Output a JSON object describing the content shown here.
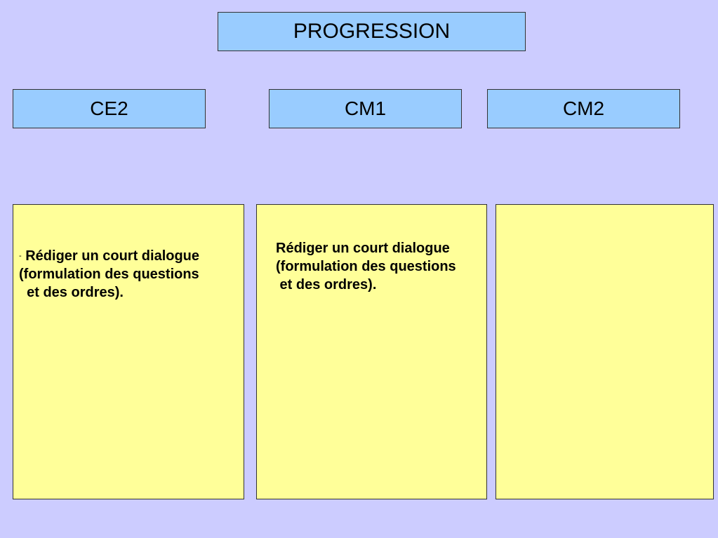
{
  "title": "PROGRESSION",
  "levels": [
    {
      "label": "CE2"
    },
    {
      "label": "CM1"
    },
    {
      "label": "CM2"
    }
  ],
  "columns": [
    {
      "bullet": "-",
      "line1": " Rédiger un court dialogue",
      "line2": "(formulation des questions",
      "line3": "  et des ordres)."
    },
    {
      "line1": "Rédiger un court dialogue",
      "line2": "(formulation des questions",
      "line3": " et des ordres)."
    },
    {
      "line1": ""
    }
  ],
  "colors": {
    "background": "#ccccff",
    "header_fill": "#99ccff",
    "column_fill": "#ffff99",
    "border": "#333333"
  }
}
